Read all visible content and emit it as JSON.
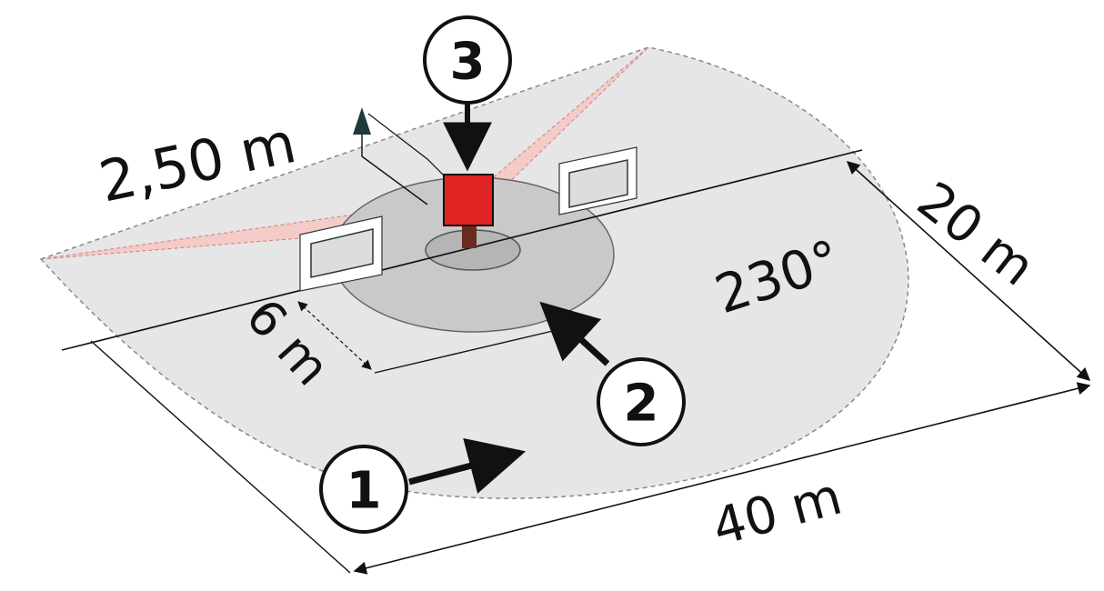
{
  "labels": {
    "height": "2,50 m",
    "angle": "230°",
    "depth": "20 m",
    "width": "40 m",
    "near": "6 m"
  },
  "markers": {
    "outer_zone": "1",
    "inner_zone": "2",
    "sensor": "3"
  },
  "colors": {
    "sensor": "#e02424",
    "outer_zone_fill": "#e6e6e6",
    "inner_zone_fill": "#c9c9c9",
    "cone_fill": "#f6c6c0"
  }
}
